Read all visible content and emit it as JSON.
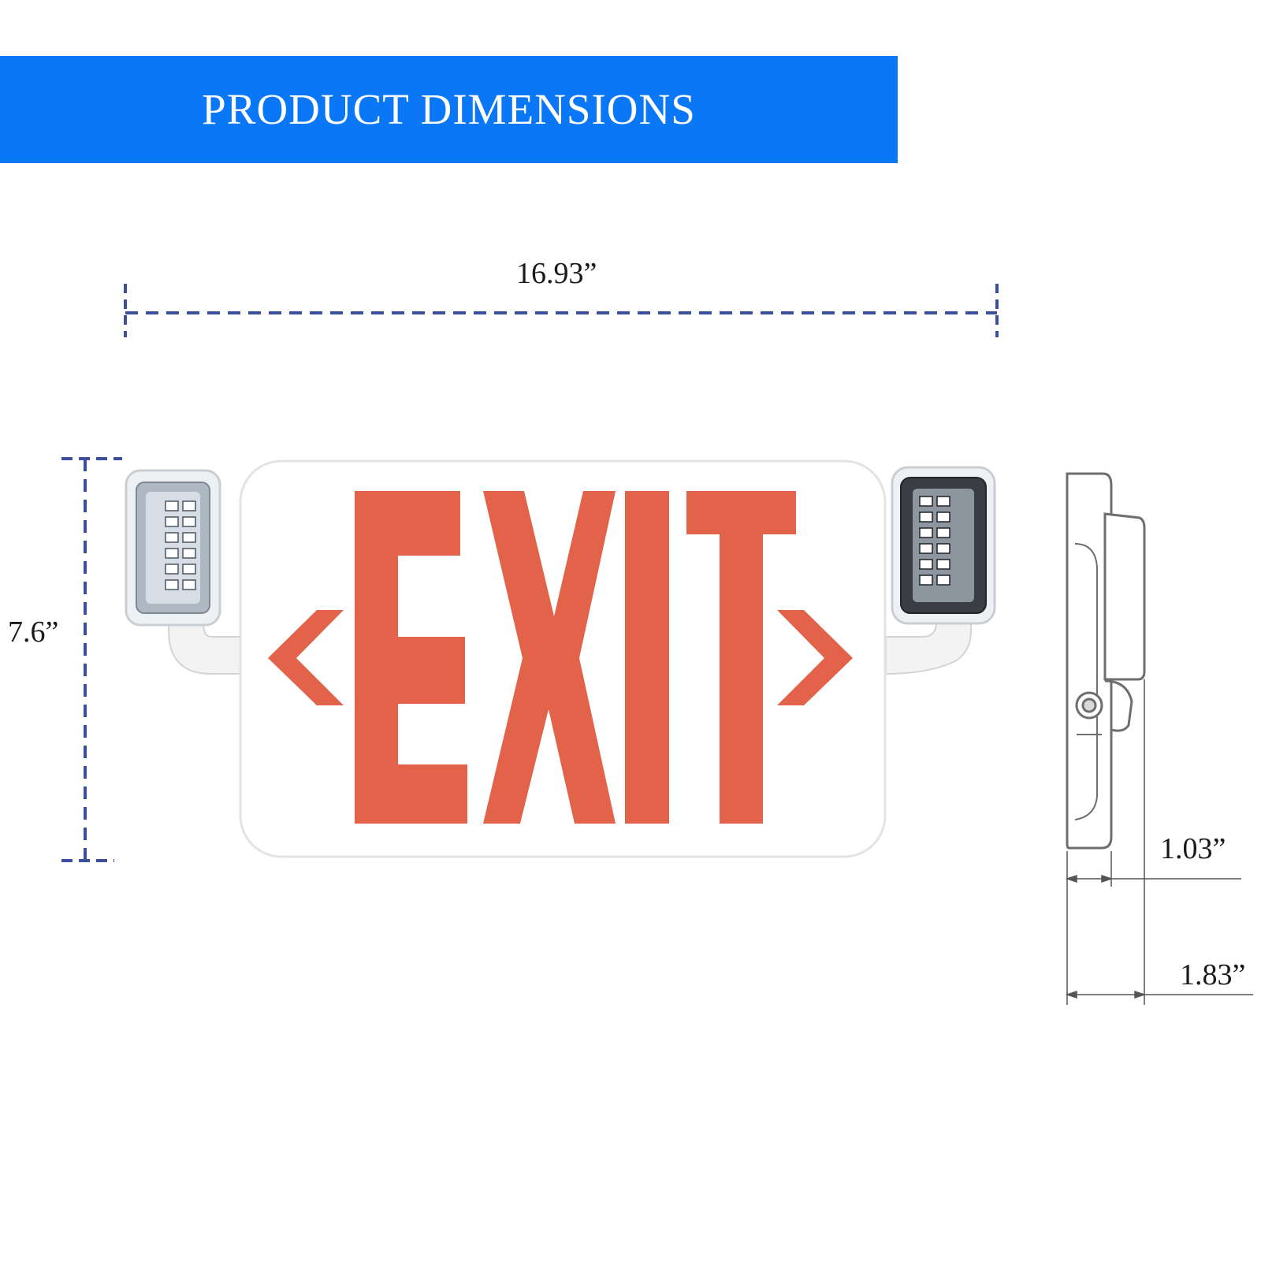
{
  "banner": {
    "title": "PRODUCT DIMENSIONS",
    "color": "#0a78f6"
  },
  "dimensions": {
    "width": "16.93”",
    "height": "7.6”",
    "depth_body": "1.03”",
    "depth_total": "1.83”"
  },
  "sign": {
    "text": "EXIT",
    "letter_color": "#e2624a",
    "arrow_color": "#e2624a"
  },
  "dimension_line_color": "#3b4f9a"
}
